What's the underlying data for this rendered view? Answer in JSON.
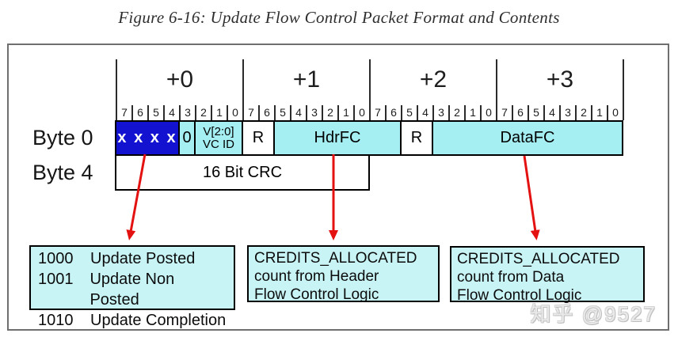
{
  "figure_title": "Figure 6-16: Update Flow Control Packet Format and Contents",
  "packet_diagram": {
    "byte_columns": [
      "+0",
      "+1",
      "+2",
      "+3"
    ],
    "bit_labels": [
      "7",
      "6",
      "5",
      "4",
      "3",
      "2",
      "1",
      "0"
    ],
    "byte0_row": {
      "label": "Byte 0",
      "fields": [
        {
          "id": "type-code",
          "label": "x x x x",
          "bits": 4,
          "style": "blue"
        },
        {
          "id": "zero-bit",
          "label": "0",
          "bits": 1,
          "style": "cyan"
        },
        {
          "id": "vc-id",
          "lines": [
            "V[2:0]",
            "VC ID"
          ],
          "bits": 3,
          "style": "cyan small"
        },
        {
          "id": "reserved-1",
          "label": "R",
          "bits": 2,
          "style": "white"
        },
        {
          "id": "hdrfc",
          "label": "HdrFC",
          "bits": 8,
          "style": "cyan"
        },
        {
          "id": "reserved-2",
          "label": "R",
          "bits": 2,
          "style": "white"
        },
        {
          "id": "datafc",
          "label": "DataFC",
          "bits": 12,
          "style": "cyan"
        }
      ]
    },
    "byte4_row": {
      "label": "Byte 4",
      "crc_label": "16 Bit CRC"
    }
  },
  "notes": {
    "type_codes": {
      "lines": [
        {
          "code": "1000",
          "label": "Update Posted"
        },
        {
          "code": "1001",
          "label": "Update Non Posted"
        },
        {
          "code": "1010",
          "label": "Update Completion"
        }
      ]
    },
    "hdrfc": {
      "lines": [
        "CREDITS_ALLOCATED",
        "count from Header",
        "Flow Control Logic"
      ]
    },
    "datafc": {
      "lines": [
        "CREDITS_ALLOCATED",
        "count from Data",
        "Flow Control Logic"
      ]
    }
  },
  "colors": {
    "field_blue": "#1212d0",
    "field_cyan": "#a5eef2",
    "note_cyan": "#c9f4f6",
    "arrow_red": "#e41111"
  },
  "watermark": "知乎 @9527"
}
